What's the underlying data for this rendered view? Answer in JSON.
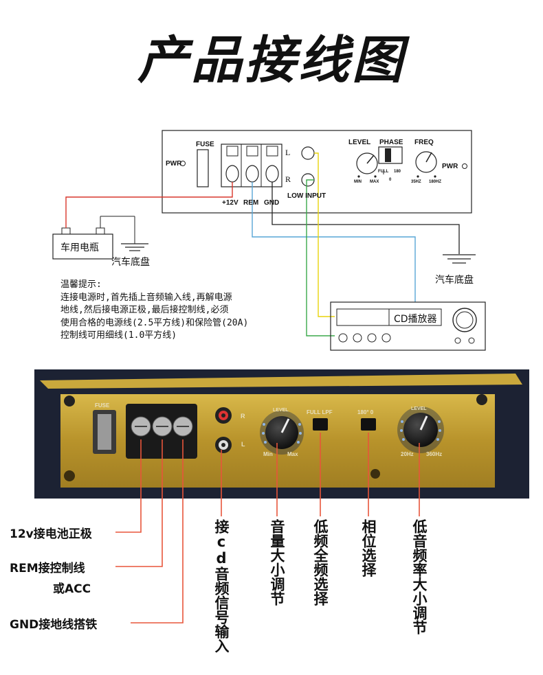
{
  "title": "产品接线图",
  "diagram": {
    "fuse": "FUSE",
    "pwr_left": "PWR",
    "pwr_right": "PWR",
    "level": "LEVEL",
    "phase": "PHASE",
    "freq": "FREQ",
    "min": "MIN",
    "max": "MAX",
    "full": "FULL",
    "phase_180": "180",
    "phase_0": "0",
    "hz35": "35HZ",
    "hz180": "180HZ",
    "terminal_l": "L",
    "terminal_r": "R",
    "plus12v": "+12V",
    "rem": "REM",
    "gnd": "GND",
    "low_input": "LOW INPUT",
    "battery": "车用电瓶",
    "chassis_left": "汽车底盘",
    "chassis_right": "汽车底盘",
    "cd_player": "CD播放器"
  },
  "tips": {
    "heading": "温馨提示:",
    "lines": [
      "连接电源时,首先插上音频输入线,再解电源",
      "地线,然后接电源正极,最后接控制线,必须",
      "使用合格的电源线(2.5平方线)和保险管(20A)",
      "控制线可用细线(1.0平方线)"
    ]
  },
  "photo": {
    "fuse": "FUSE",
    "r": "R",
    "l": "L",
    "level": "LEVEL",
    "min": "Min",
    "max": "Max",
    "full_lpf": "FULL  LPF",
    "phase": "180°  0",
    "hz20": "20Hz",
    "hz360": "360Hz",
    "level2": "LEVEL"
  },
  "callouts": {
    "c1": "12v接电池正极",
    "c2a": "REM接控制线",
    "c2b": "或ACC",
    "c3": "GND接地线搭铁"
  },
  "vertical_labels": [
    "接cd音频信号输入",
    "音量大小调节",
    "低频全频选择",
    "相位选择",
    "低音频率大小调节"
  ],
  "colors": {
    "red_wire": "#d9362b",
    "blue_wire": "#57a6d6",
    "yellow_wire": "#e8d40a",
    "green_wire": "#3aa84a",
    "gold_panel": "#c9a63a",
    "callout_line": "#e8553a"
  }
}
